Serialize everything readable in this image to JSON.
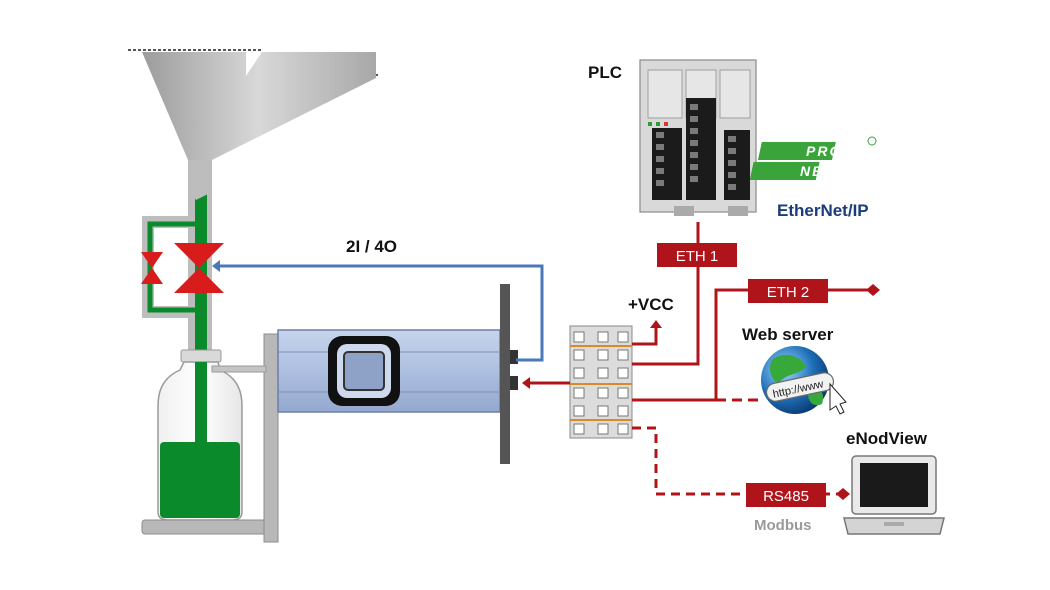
{
  "labels": {
    "plc": "PLC",
    "io": "2I / 4O",
    "vcc": "+VCC",
    "web_server": "Web server",
    "enodview": "eNodView",
    "modbus": "Modbus"
  },
  "tags": {
    "eth1": "ETH 1",
    "eth2": "ETH 2",
    "rs485": "RS485"
  },
  "logos": {
    "profinet_line1": "PROFI",
    "profinet_line2": "NET",
    "ethernet_ip": "EtherNet/IP",
    "http": "http://www"
  },
  "colors": {
    "signal_red": "#b0141b",
    "io_blue": "#4a78b8",
    "product_green": "#0a8a2a",
    "valve_red": "#d81c1c",
    "sensor_blue": "#b5c6e4",
    "profinet_green": "#3aa33a",
    "ethernet_ip_blue": "#1a3d7a"
  }
}
